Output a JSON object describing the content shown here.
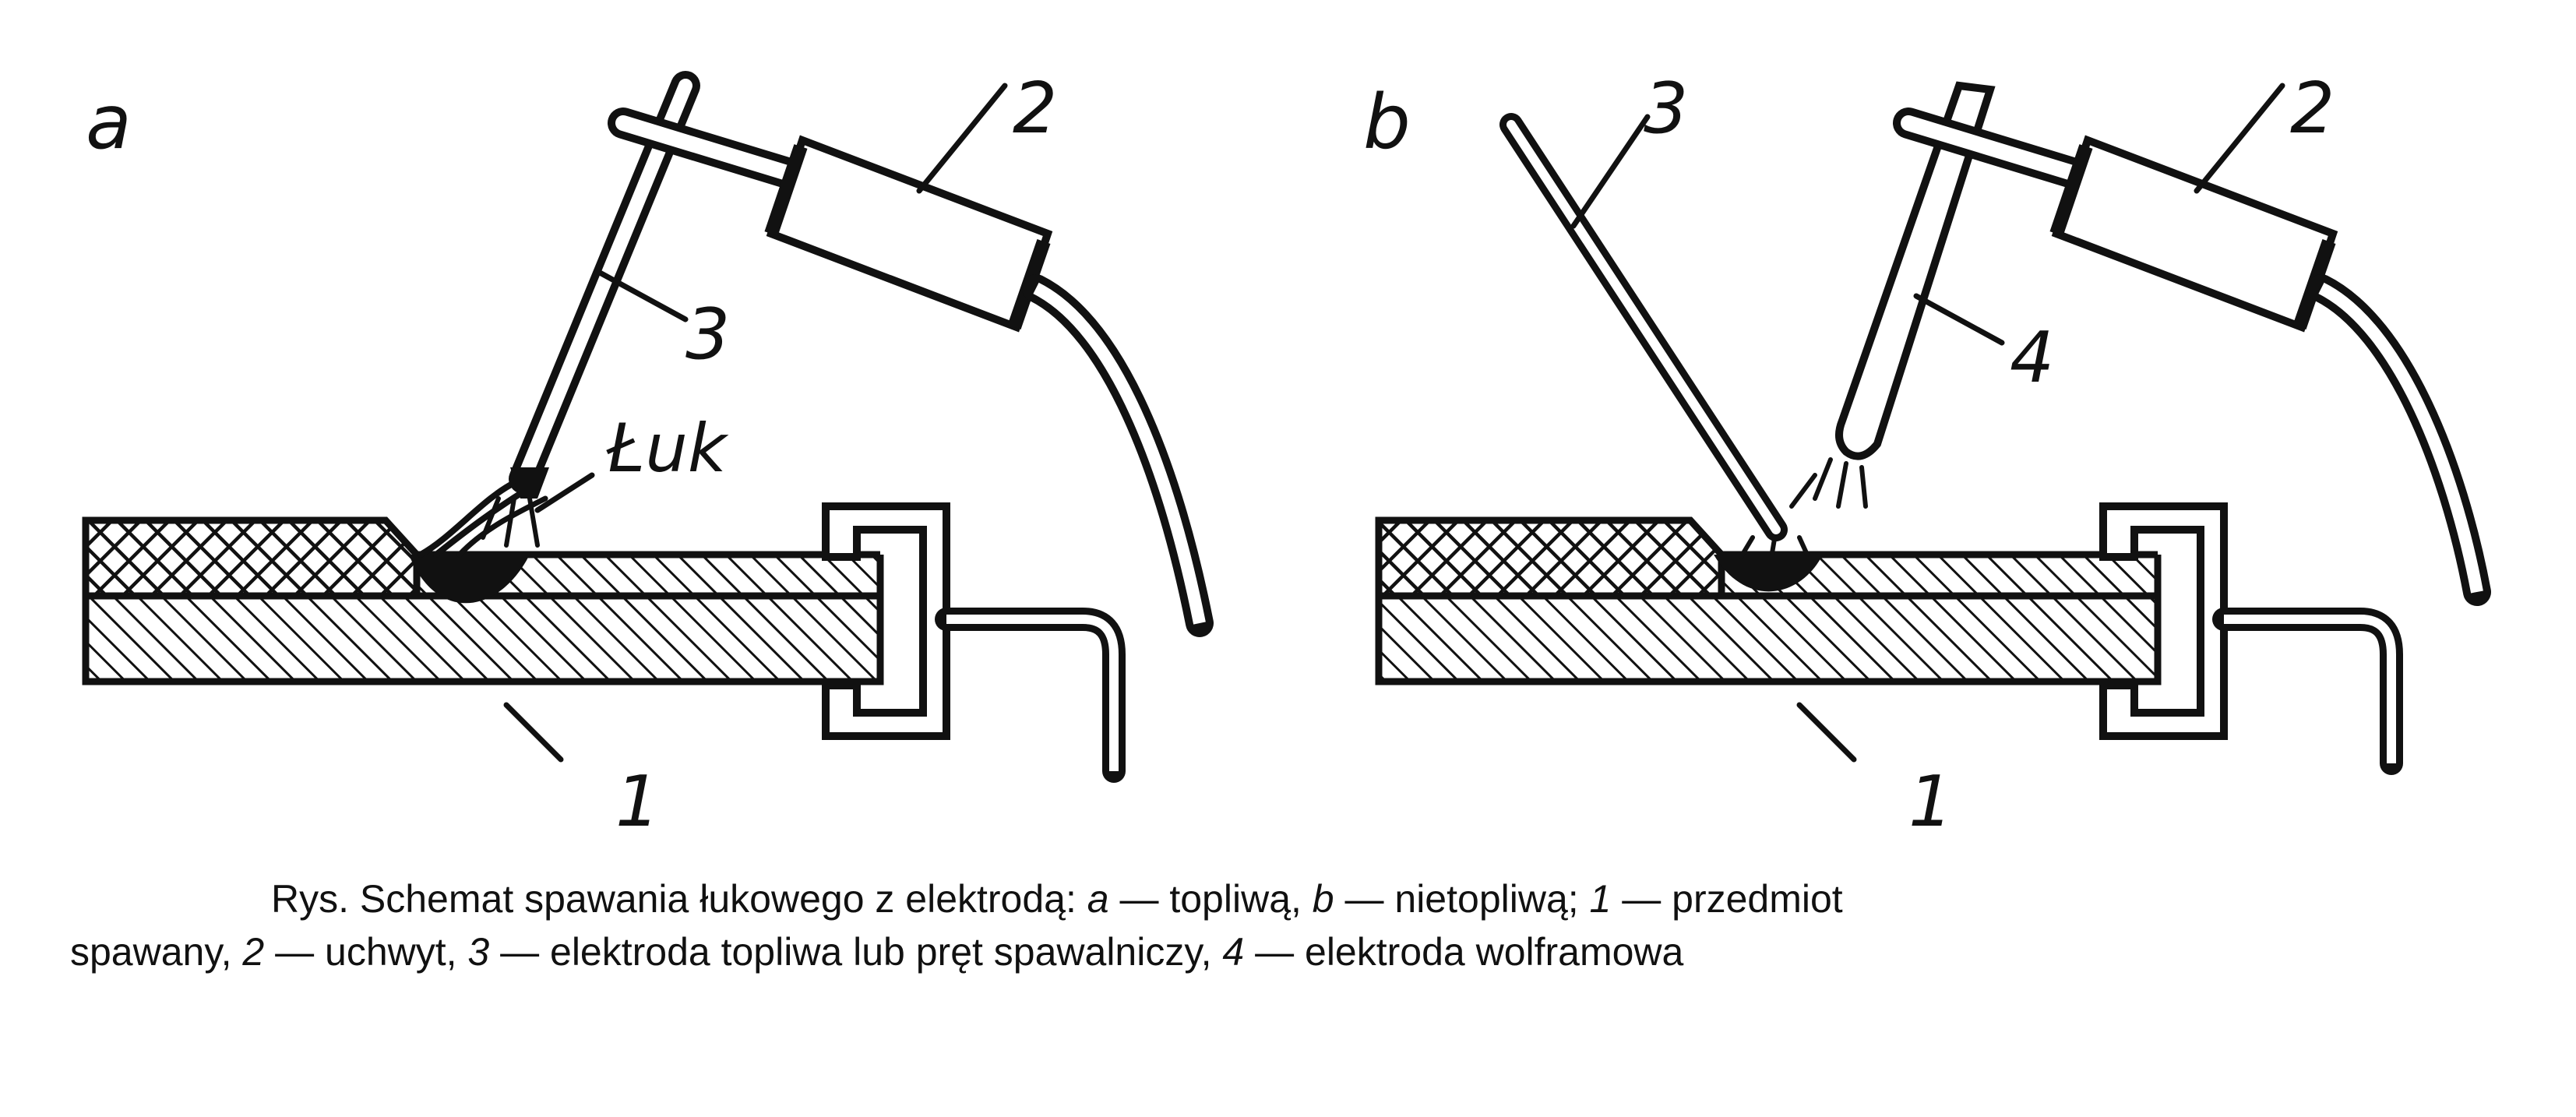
{
  "panel_a": {
    "letter": "a",
    "labels": {
      "workpiece": "1",
      "holder": "2",
      "electrode": "3",
      "arc": "Łuk"
    }
  },
  "panel_b": {
    "letter": "b",
    "labels": {
      "workpiece": "1",
      "holder": "2",
      "filler_rod": "3",
      "tungsten": "4"
    }
  },
  "caption": {
    "intro": "Rys. Schemat spawania łukowego z elektrodą: ",
    "a_key": "a",
    "a_text": " — topliwą, ",
    "b_key": "b",
    "b_text": " — nietopliwą; ",
    "k1": "1",
    "t1": " — przedmiot",
    "t1b": "spawany, ",
    "k2": "2",
    "t2": " — uchwyt, ",
    "k3": "3",
    "t3": " — elektroda topliwa lub pręt spawalniczy, ",
    "k4": "4",
    "t4": " — elektroda wolframowa"
  }
}
